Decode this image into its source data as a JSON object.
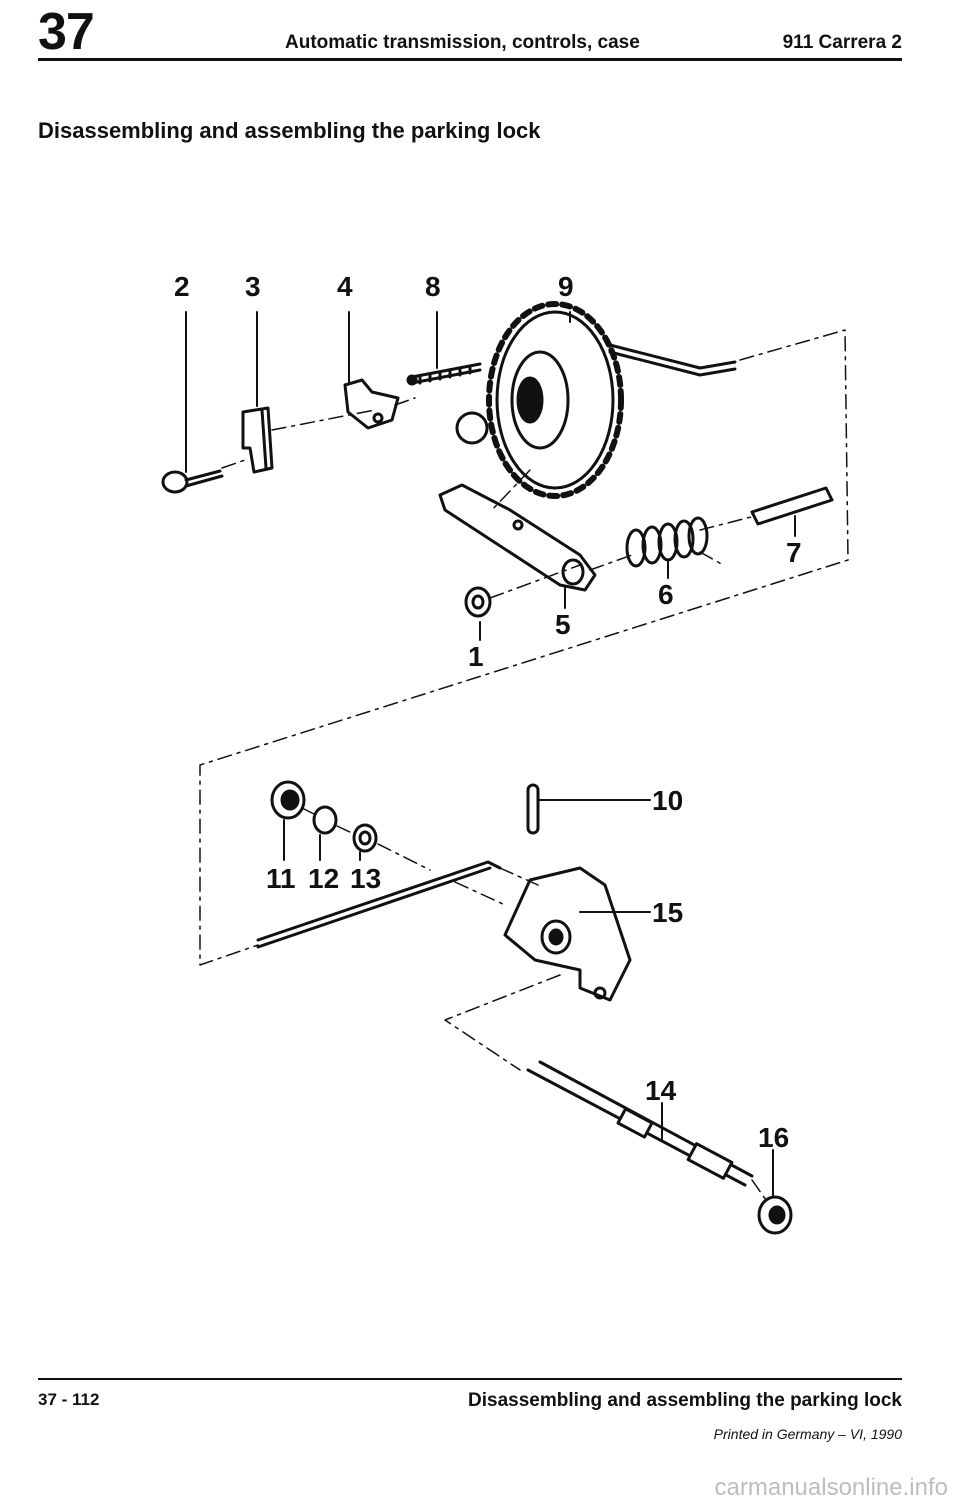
{
  "header": {
    "section": "37",
    "title": "Automatic transmission, controls, case",
    "model": "911 Carrera 2"
  },
  "page_title": "Disassembling and assembling the parking lock",
  "diagram": {
    "labels": [
      "1",
      "2",
      "3",
      "4",
      "5",
      "6",
      "7",
      "8",
      "9",
      "10",
      "11",
      "12",
      "13",
      "14",
      "15",
      "16"
    ]
  },
  "footer": {
    "page_number": "37 - 112",
    "title": "Disassembling and assembling the parking lock",
    "printed": "Printed in Germany – VI, 1990"
  },
  "watermark": "carmanualsonline.info"
}
